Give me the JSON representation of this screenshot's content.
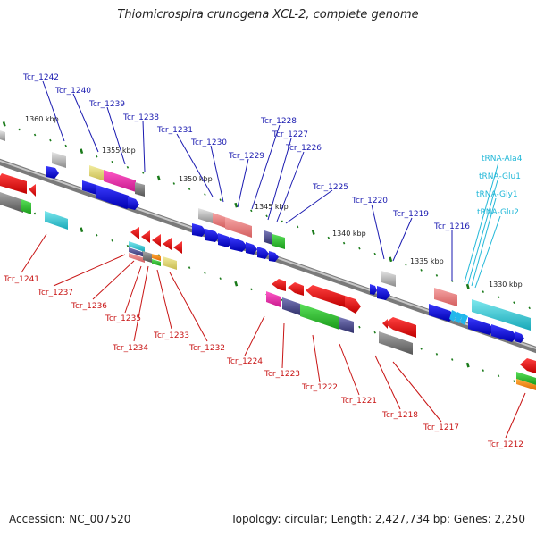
{
  "title": "Thiomicrospira crunogena XCL-2, complete genome",
  "footer": {
    "accession": "Accession: NC_007520",
    "summary": "Topology: circular; Length: 2,427,734 bp; Genes: 2,250"
  },
  "colors": {
    "forward_label": "#1a1ab0",
    "reverse_label": "#c81414",
    "rna_label": "#22b8d8",
    "tick": "#1a7a1a",
    "backbone": "#808080"
  },
  "scale_labels": [
    "1360 kbp",
    "1355 kbp",
    "1350 kbp",
    "1345 kbp",
    "1340 kbp",
    "1335 kbp",
    "1330 kbp"
  ],
  "labels": {
    "forward": [
      "Tcr_1242",
      "Tcr_1240",
      "Tcr_1239",
      "Tcr_1238",
      "Tcr_1231",
      "Tcr_1230",
      "Tcr_1229",
      "Tcr_1228",
      "Tcr_1227",
      "Tcr_1226",
      "Tcr_1225",
      "Tcr_1220",
      "Tcr_1219",
      "Tcr_1216"
    ],
    "rna": [
      "tRNA-Ala4",
      "tRNA-Glu1",
      "tRNA-Gly1",
      "tRNA-Glu2"
    ],
    "reverse": [
      "Tcr_1241",
      "Tcr_1237",
      "Tcr_1236",
      "Tcr_1235",
      "Tcr_1234",
      "Tcr_1233",
      "Tcr_1232",
      "Tcr_1224",
      "Tcr_1223",
      "Tcr_1222",
      "Tcr_1221",
      "Tcr_1218",
      "Tcr_1217",
      "Tcr_1212"
    ]
  }
}
